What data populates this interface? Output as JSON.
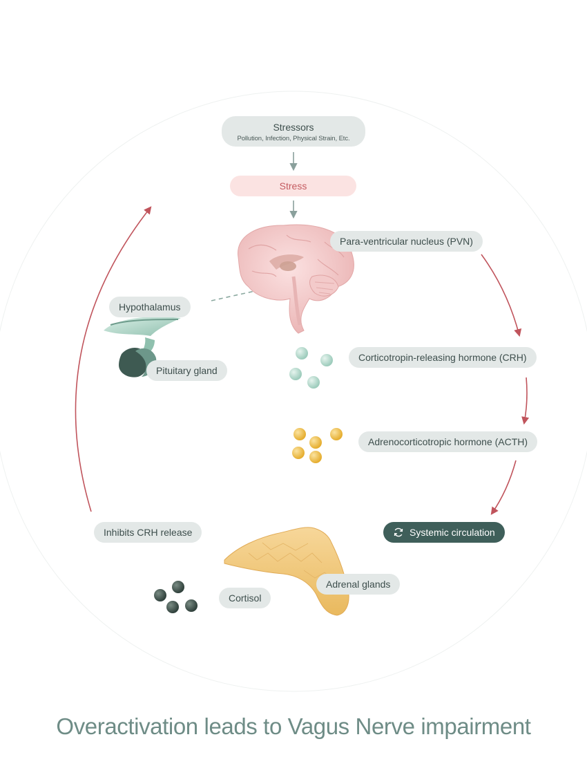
{
  "title": "Overactivation leads to Vagus Nerve impairment",
  "nodes": {
    "stressors": "Stressors",
    "stressors_sub": "Pollution, Infection, Physical Strain, Etc.",
    "stress": "Stress",
    "pvn": "Para-ventricular nucleus (PVN)",
    "hypothalamus": "Hypothalamus",
    "pituitary": "Pituitary gland",
    "crh": "Corticotropin-releasing hormone (CRH)",
    "acth": "Adrenocorticotropic hormone (ACTH)",
    "inhibits": "Inhibits CRH release",
    "systemic": "Systemic circulation",
    "adrenal": "Adrenal glands",
    "cortisol": "Cortisol"
  },
  "icons": {
    "brain": "brain-icon",
    "hypothalamus": "hypothalamus-pituitary-icon",
    "adrenal": "adrenal-gland-icon",
    "cycle": "cycle-icon"
  },
  "colors": {
    "stress_bg": "#fbe3e2",
    "stress_text": "#c45b60",
    "pill_bg": "#e3e8e7",
    "systemic_bg": "#3f5f5a",
    "arrow_red": "#c0545c",
    "arrow_gray": "#8aa09c",
    "crh_particles": "#bfe0d4",
    "acth_particles": "#f2c24a",
    "cortisol_particles": "#4a5c55",
    "title": "#6e8c86"
  }
}
